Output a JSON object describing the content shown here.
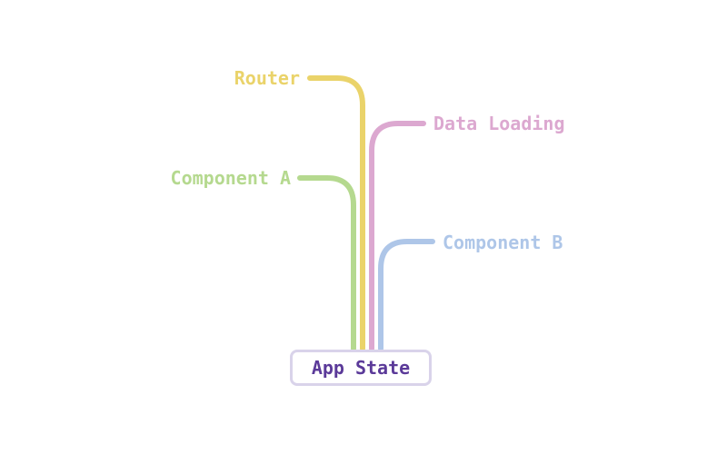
{
  "diagram": {
    "root": {
      "label": "App State",
      "text_color": "#5b3a99",
      "border_color": "#d9d3ea"
    },
    "nodes": [
      {
        "id": "router",
        "label": "Router",
        "color": "#ead36a"
      },
      {
        "id": "data-loading",
        "label": "Data Loading",
        "color": "#dca8d0"
      },
      {
        "id": "component-a",
        "label": "Component A",
        "color": "#b5d98f"
      },
      {
        "id": "component-b",
        "label": "Component B",
        "color": "#aec6e8"
      }
    ],
    "edges": [
      {
        "from": "router",
        "to": "app-state"
      },
      {
        "from": "data-loading",
        "to": "app-state"
      },
      {
        "from": "component-a",
        "to": "app-state"
      },
      {
        "from": "component-b",
        "to": "app-state"
      }
    ]
  }
}
